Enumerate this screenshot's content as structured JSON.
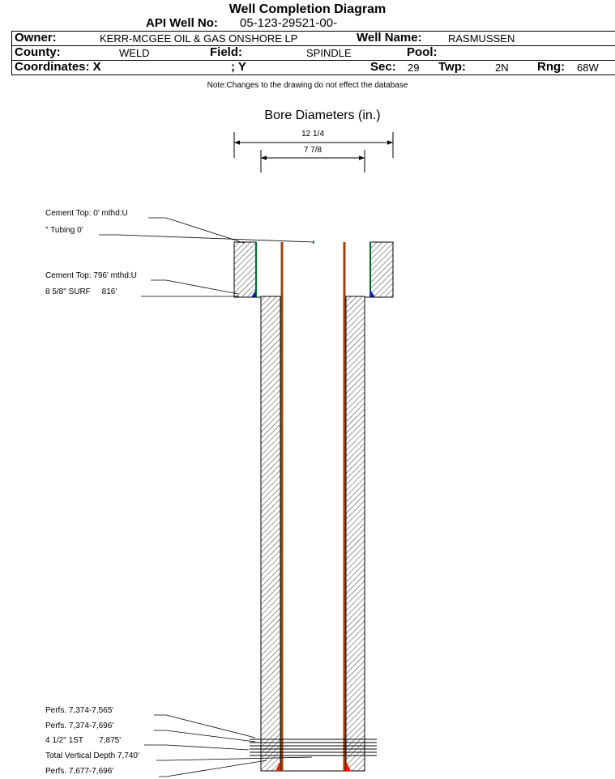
{
  "title": "Well Completion Diagram",
  "header": {
    "api_label": "API Well No:",
    "api_value": "05-123-29521-00-",
    "owner_label": "Owner:",
    "owner_value": "KERR-MCGEE OIL & GAS ONSHORE LP",
    "well_name_label": "Well Name:",
    "well_name_value": "RASMUSSEN",
    "county_label": "County:",
    "county_value": "WELD",
    "field_label": "Field:",
    "field_value": "SPINDLE",
    "pool_label": "Pool:",
    "coordinates_label": "Coordinates: X",
    "y_label": "; Y",
    "sec_label": "Sec:",
    "sec_value": "29",
    "twp_label": "Twp:",
    "twp_value": "2N",
    "rng_label": "Rng:",
    "rng_value": "68W"
  },
  "note": "Note:Changes to the drawing do not effect the database",
  "bore": {
    "title": "Bore Diameters (in.)",
    "diameter_outer": "12 1/4",
    "diameter_inner": "7 7/8"
  },
  "labels": {
    "cement_top_1": "Cement Top: 0' mthd:U",
    "tubing": "\" Tubing 0'",
    "cement_top_2": "Cement Top: 796' mthd:U",
    "surface_casing": "8 5/8\" SURF     816'",
    "perfs_1": "Perfs. 7,374-7,565'",
    "perfs_2": "Perfs. 7,374-7,696'",
    "production_casing": "4 1/2\" 1ST       7,875'",
    "tvd": "Total Vertical Depth 7,740'",
    "perfs_3": "Perfs. 7,677-7,696'"
  },
  "colors": {
    "casing_brown": "#a0410d",
    "cement_green": "#006b2e",
    "cement_blue": "#1018c8",
    "shoe_red": "#e0200a"
  }
}
